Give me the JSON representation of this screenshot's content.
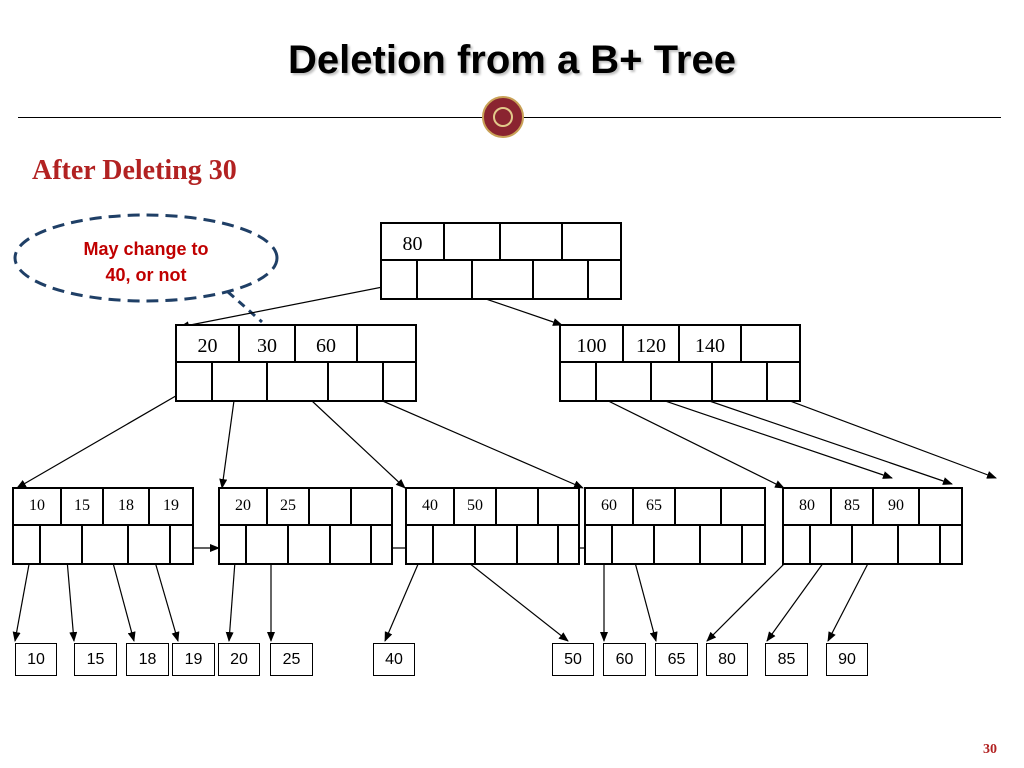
{
  "slide": {
    "title": "Deletion from a B+ Tree",
    "subtitle": "After Deleting 30",
    "page_number": "30",
    "callout": {
      "line1": "May change to",
      "line2": "40, or not"
    }
  },
  "colors": {
    "subtitle": "#b22222",
    "callout_text": "#c00000",
    "callout_border": "#1f3f66",
    "seal": "#8a2430"
  },
  "tree": {
    "root": {
      "keys": [
        "80",
        "",
        "",
        ""
      ]
    },
    "internal": [
      {
        "keys": [
          "20",
          "30",
          "60",
          ""
        ]
      },
      {
        "keys": [
          "100",
          "120",
          "140",
          ""
        ]
      }
    ],
    "leaf_nodes": [
      {
        "keys": [
          "10",
          "15",
          "18",
          "19"
        ]
      },
      {
        "keys": [
          "20",
          "25",
          "",
          ""
        ]
      },
      {
        "keys": [
          "40",
          "50",
          "",
          ""
        ]
      },
      {
        "keys": [
          "60",
          "65",
          "",
          ""
        ]
      },
      {
        "keys": [
          "80",
          "85",
          "90",
          ""
        ]
      }
    ],
    "records": [
      "10",
      "15",
      "18",
      "19",
      "20",
      "25",
      "40",
      "50",
      "60",
      "65",
      "80",
      "85",
      "90"
    ]
  }
}
